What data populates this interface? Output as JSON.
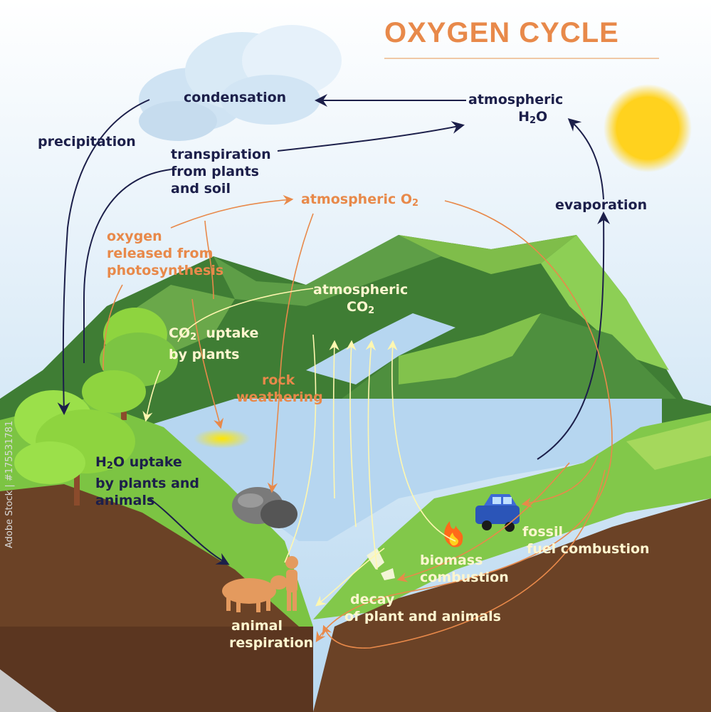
{
  "title": "OXYGEN CYCLE",
  "labels": {
    "condensation": "condensation",
    "atmospheric_h2o_line1": "atmospheric",
    "atmospheric_h2o_line2": "H",
    "h2o_sub": "2",
    "h2o_suffix": "O",
    "precipitation": "precipitation",
    "transpiration_line1": "transpiration",
    "transpiration_line2": "from plants",
    "transpiration_line3": "and soil",
    "evaporation": "evaporation",
    "atmospheric_o2_prefix": "atmospheric O",
    "o2_sub": "2",
    "oxygen_line1": "oxygen",
    "oxygen_line2": "released from",
    "oxygen_line3": "photosynthesis",
    "atmospheric_co2_line1": "atmospheric",
    "atmospheric_co2_line2": "CO",
    "co2_sub": "2",
    "co2_uptake_prefix": "CO",
    "co2_uptake_sub": "2",
    "co2_uptake_line1": "uptake",
    "co2_uptake_line2": "by plants",
    "rock_line1": "rock",
    "rock_line2": "weathering",
    "h2o_uptake_prefix": "H",
    "h2o_uptake_sub": "2",
    "h2o_uptake_line1": "O uptake",
    "h2o_uptake_line2": "by plants and",
    "h2o_uptake_line3": "animals",
    "fossil_line1": "fossil",
    "fossil_line2": "fuel combustion",
    "biomass_line1": "biomass",
    "biomass_line2": "combustion",
    "decay_line1": "decay",
    "decay_line2": "of plant and animals",
    "animal_line1": "animal",
    "animal_line2": "respiration"
  },
  "watermark": "Adobe Stock | #175531781",
  "colors": {
    "title": "#e8894a",
    "navy_text": "#1c1f4a",
    "orange_text": "#e8894a",
    "cream_text": "#fff6cf",
    "sky_top": "#ffffff",
    "sky_bottom": "#b8d8f0",
    "water": "#b6d6f0",
    "ground": "#6b4226",
    "grass": "#7cc443",
    "mountain": "#4e8f3e",
    "sun": "#ffd21e"
  },
  "icons": [
    "cloud-icon",
    "sun-icon",
    "car-icon",
    "fire-icon",
    "rock-icon",
    "cow-icon",
    "person-icon",
    "tree-icon"
  ]
}
